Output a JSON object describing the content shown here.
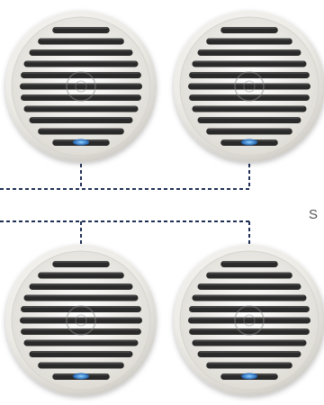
{
  "side_label": "S",
  "speakers": [
    {
      "id": "speaker-top-left",
      "group": "top"
    },
    {
      "id": "speaker-top-right",
      "group": "top"
    },
    {
      "id": "speaker-bottom-left",
      "group": "bottom"
    },
    {
      "id": "speaker-bottom-right",
      "group": "bottom"
    }
  ],
  "icon": "round-grille-speaker",
  "colors": {
    "wire": "#1f2f55",
    "speaker_body": "#f2f0ec",
    "grille_slot": "#2a2a2a",
    "led": "#2f7fd0",
    "background": "#ffffff"
  }
}
